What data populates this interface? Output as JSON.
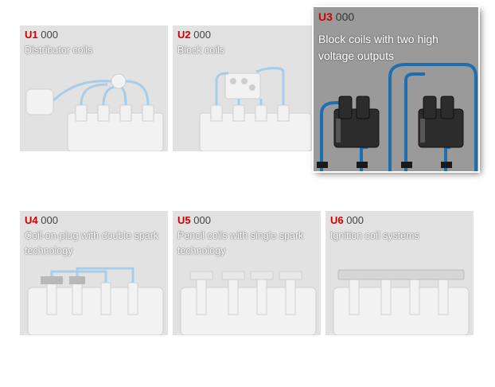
{
  "tiles": [
    {
      "code": "U1",
      "suffix": "000",
      "label": "Distributor coils"
    },
    {
      "code": "U2",
      "suffix": "000",
      "label": "Block coils"
    },
    {
      "code": "U3",
      "suffix": "000",
      "label": "Block coils with two high voltage outputs"
    },
    {
      "code": "U4",
      "suffix": "000",
      "label": "Coil-on-plug with double spark technology"
    },
    {
      "code": "U5",
      "suffix": "000",
      "label": "Pencil coils with single spark technology"
    },
    {
      "code": "U6",
      "suffix": "000",
      "label": "Ignition coil systems"
    }
  ],
  "colors": {
    "accent": "#d00000",
    "cable": "#1f6fb0",
    "cable_light": "#a8cde8"
  }
}
